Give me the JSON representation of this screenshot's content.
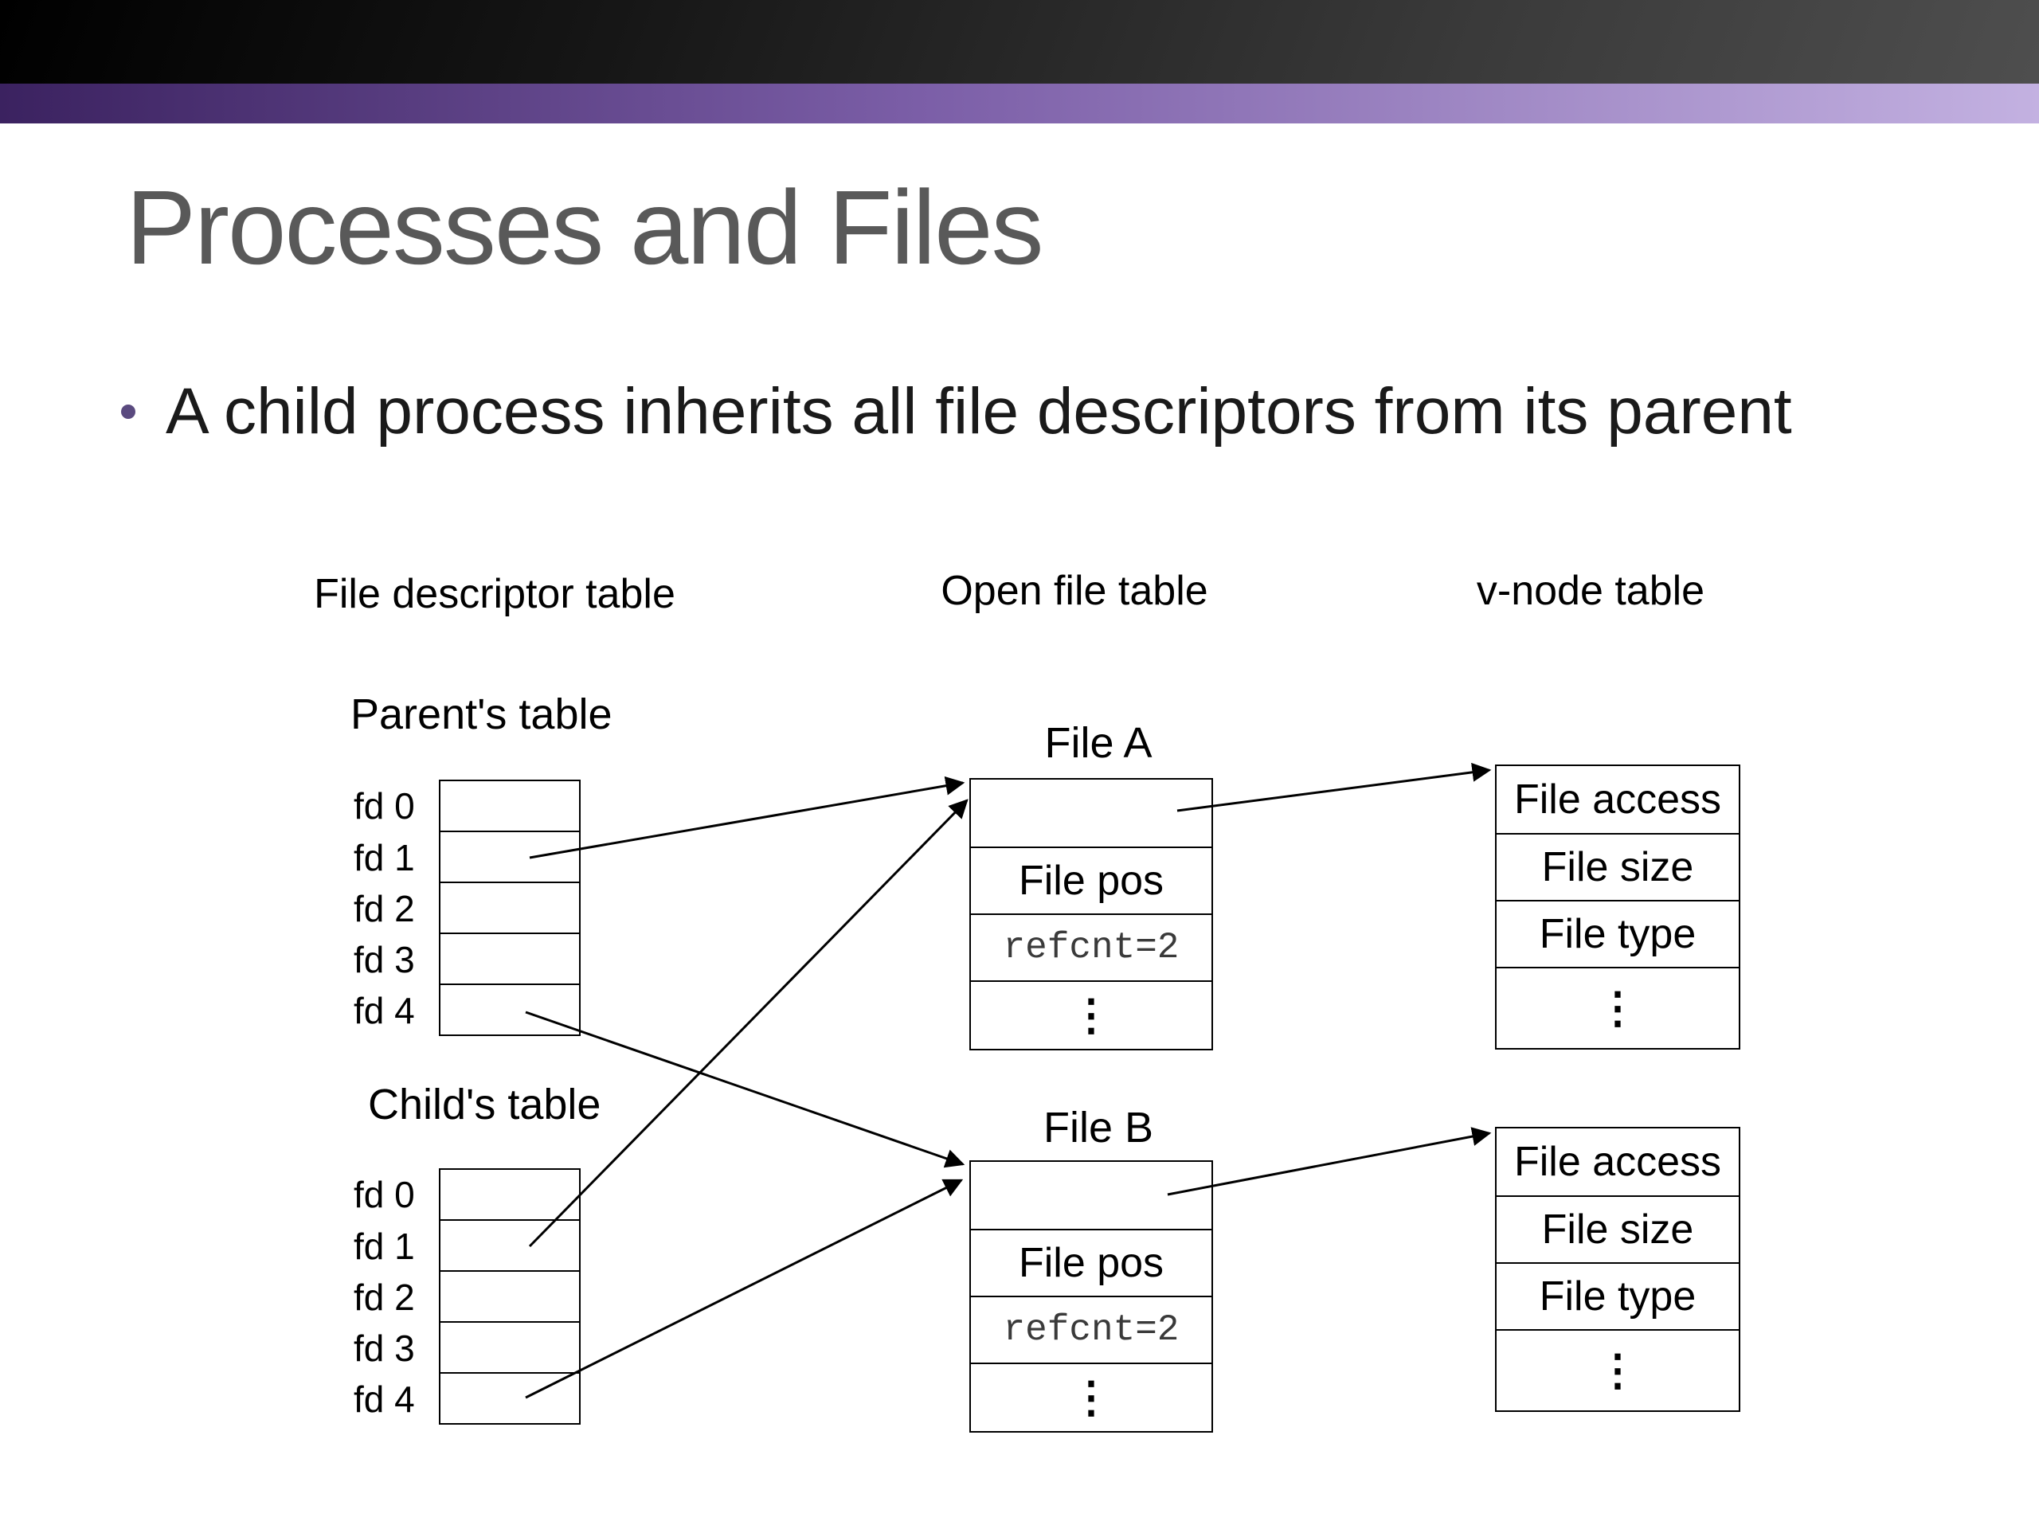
{
  "colors": {
    "accent-stripe-start": "#3b2260",
    "accent-stripe-mid": "#7b5ea7",
    "accent-stripe-end": "#c3b1e1",
    "title-color": "#595959",
    "bullet-dot": "#5a4a7f",
    "text-color": "#1a1a1a"
  },
  "slide": {
    "title": "Processes and Files",
    "bullet": "A child process inherits all file descriptors from its parent"
  },
  "diagram": {
    "headers": {
      "fd_table": "File descriptor table",
      "open_file_table": "Open file table",
      "vnode_table": "v-node table"
    },
    "parent_table": {
      "label": "Parent's table",
      "rows": [
        "fd 0",
        "fd 1",
        "fd 2",
        "fd 3",
        "fd 4"
      ]
    },
    "child_table": {
      "label": "Child's table",
      "rows": [
        "fd 0",
        "fd 1",
        "fd 2",
        "fd 3",
        "fd 4"
      ]
    },
    "file_a": {
      "label": "File A",
      "rows": [
        "",
        "File pos",
        "refcnt=2",
        "⋮"
      ]
    },
    "file_b": {
      "label": "File B",
      "rows": [
        "",
        "File pos",
        "refcnt=2",
        "⋮"
      ]
    },
    "vnode_a": {
      "rows": [
        "File access",
        "File size",
        "File type",
        "⋮"
      ]
    },
    "vnode_b": {
      "rows": [
        "File access",
        "File size",
        "File type",
        "⋮"
      ]
    }
  }
}
